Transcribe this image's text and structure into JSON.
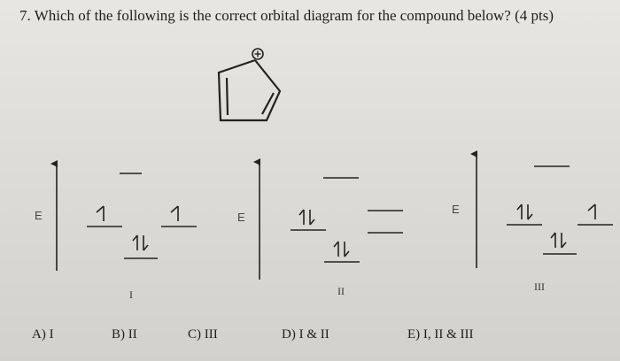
{
  "question": {
    "text": "7. Which of the following is the correct orbital diagram for the compound below? (4 pts)"
  },
  "energy_label": "E",
  "diagrams": [
    {
      "label": "I"
    },
    {
      "label": "II"
    },
    {
      "label": "III"
    }
  ],
  "choices": [
    {
      "text": "A) I"
    },
    {
      "text": "B) II"
    },
    {
      "text": "C) III"
    },
    {
      "text": "D) I & II"
    },
    {
      "text": "E) I, II & III"
    }
  ]
}
